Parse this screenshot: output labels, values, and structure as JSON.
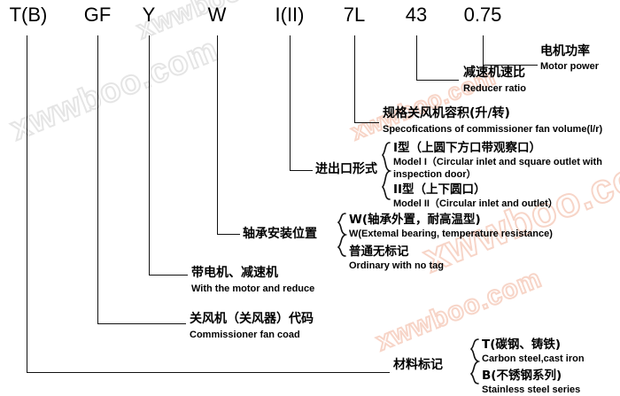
{
  "diagram": {
    "title_code_segments": [
      {
        "id": "material",
        "text": "T(B)"
      },
      {
        "id": "fan-code",
        "text": "GF"
      },
      {
        "id": "motor-reducer",
        "text": "Y"
      },
      {
        "id": "bearing-position",
        "text": "W"
      },
      {
        "id": "inlet-outlet",
        "text": "I(II)"
      },
      {
        "id": "fan-volume",
        "text": "7L"
      },
      {
        "id": "reducer-ratio",
        "text": "43"
      },
      {
        "id": "motor-power",
        "text": "0.75"
      }
    ],
    "annotations": {
      "motor_power": {
        "cn": "电机功率",
        "en": "Motor power"
      },
      "reducer_ratio": {
        "cn": "减速机速比",
        "en": "Reducer ratio"
      },
      "fan_volume": {
        "cn": "规格关风机容积(升/转)",
        "en": "Specofications of commissioner fan volume(l/r)"
      },
      "inlet_outlet": {
        "cn": "进出口形式",
        "options": [
          {
            "cn": "I型（上圆下方口带观察口）",
            "en": "Model I（Circular inlet and square outlet with inspection door）"
          },
          {
            "cn": "II型（上下圆口）",
            "en": "Model II（Circular inlet and outlet）"
          }
        ]
      },
      "bearing_position": {
        "cn": "轴承安装位置",
        "options": [
          {
            "cn": "W(轴承外置，耐高温型)",
            "en": "W(Extemal bearing, temperature resistance)"
          },
          {
            "cn": "普通无标记",
            "en": "Ordinary with no tag"
          }
        ]
      },
      "motor_reducer": {
        "cn": "带电机、减速机",
        "en": "With the motor and reduce"
      },
      "fan_code": {
        "cn": "关风机（关风器）代码",
        "en": "Commissioner fan coad"
      },
      "material_mark": {
        "cn": "材料标记",
        "options": [
          {
            "cn": "T(碳钢、铸铁)",
            "en": "Carbon steel,cast iron"
          },
          {
            "cn": "B(不锈钢系列)",
            "en": "Stainless steel series"
          }
        ]
      }
    },
    "watermark": {
      "text": "xwwboo.com"
    },
    "colors": {
      "line": "#111111",
      "text": "#000000",
      "watermark": "#f6cebe",
      "background": "#ffffff"
    }
  }
}
